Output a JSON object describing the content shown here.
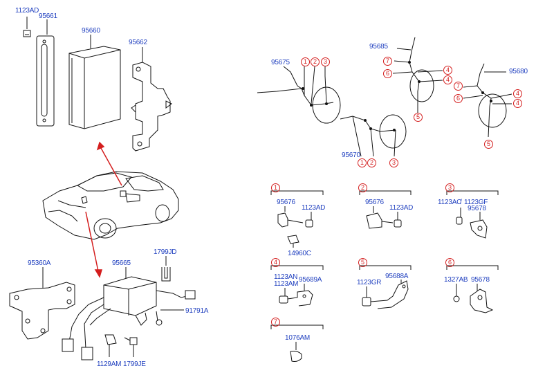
{
  "left_labels": {
    "p1123ad": "1123AD",
    "p95661": "95661",
    "p95660": "95660",
    "p95662": "95662",
    "p1799jd": "1799JD",
    "p95360a": "95360A",
    "p95665": "95665",
    "p91791a": "91791A",
    "p1129am": "1129AM",
    "p1799je": "1799JE"
  },
  "harness_labels": {
    "p95675": "95675",
    "p95685": "95685",
    "p95680": "95680",
    "p95670": "95670"
  },
  "callout_numbers": {
    "c1": "1",
    "c2": "2",
    "c3": "3",
    "c4": "4",
    "c5": "5",
    "c6": "6",
    "c7": "7"
  },
  "detail_labels": {
    "d1_95676": "95676",
    "d1_1123ad": "1123AD",
    "d1_14960c": "14960C",
    "d2_95676": "95676",
    "d2_1123ad": "1123AD",
    "d3_1123ac": "1123AC",
    "d3_1123gf": "1123GF",
    "d3_sep": "/",
    "d3_95678": "95678",
    "d4_1123an": "1123AN",
    "d4_1123am": "1123AM",
    "d4_95689a": "95689A",
    "d5_1123gr": "1123GR",
    "d5_95688a": "95688A",
    "d6_1327ab": "1327AB",
    "d6_95678": "95678",
    "d7_1076am": "1076AM"
  },
  "colors": {
    "label_blue": "#1f3fbf",
    "callout_red": "#d41e1e",
    "line_black": "#111111"
  }
}
